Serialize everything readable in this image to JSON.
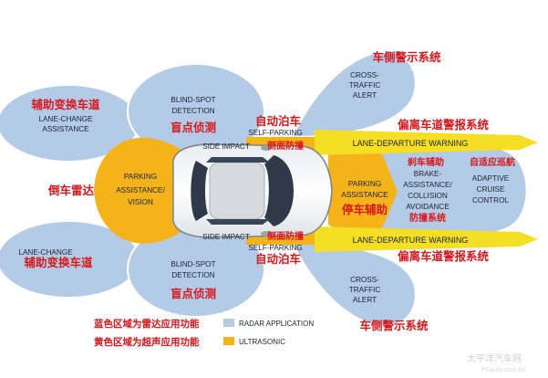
{
  "colors": {
    "radar": "#b3cbe6",
    "radar_stroke": "#ffffff",
    "ultrasonic": "#f5b31a",
    "lane_yellow": "#f4df24",
    "label_red": "#d8161b",
    "label_dark": "#1c2233"
  },
  "zones": {
    "cross_traffic_top": {
      "en": [
        "CROSS-",
        "TRAFFIC",
        "ALERT"
      ],
      "zh": "车侧警示系统"
    },
    "cross_traffic_bottom": {
      "en": [
        "CROSS-",
        "TRAFFIC",
        "ALERT"
      ],
      "zh": "车侧警示系统"
    },
    "lane_change_top": {
      "en": [
        "LANE-CHANGE",
        "ASSISTANCE"
      ],
      "zh": "辅助变换车道"
    },
    "lane_change_bottom": {
      "en": [
        "LANE-CHANGE"
      ],
      "zh": "辅助变换车道"
    },
    "blind_spot_top": {
      "en": [
        "BLIND-SPOT",
        "DETECTION"
      ],
      "zh": "盲点侦测"
    },
    "blind_spot_bottom": {
      "en": [
        "BLIND-SPOT",
        "DETECTION"
      ],
      "zh": "盲点侦测"
    },
    "parking_rear": {
      "en": [
        "PARKING",
        "ASSISTANCE/",
        "VISION"
      ],
      "zh": "倒车雷达"
    },
    "parking_front": {
      "en": [
        "PARKING",
        "ASSISTANCE"
      ],
      "zh": "停车辅助"
    },
    "self_parking_top": {
      "en": "SELF-PARKING",
      "zh": "自动泊车"
    },
    "self_parking_bottom": {
      "en": "SELF-PARKING",
      "zh": "自动泊车"
    },
    "side_impact_top": {
      "en": "SIDE IMPACT",
      "zh": "侧面防撞"
    },
    "side_impact_bottom": {
      "en": "SIDE IMPACT",
      "zh": "侧面防撞"
    },
    "lane_departure_top": {
      "en": "LANE-DEPARTURE WARNING",
      "zh": "偏离车道警报系统"
    },
    "lane_departure_bottom": {
      "en": "LANE-DEPARTURE WARNING",
      "zh": "偏离车道警报系统"
    },
    "brake_assist": {
      "zh_top": "刹车辅助",
      "en": [
        "BRAKE-",
        "ASSISTANCE/",
        "COLLISION",
        "AVOIDANCE"
      ],
      "zh_bottom": "防撞系统"
    },
    "adaptive_cruise": {
      "zh": "自适应巡航",
      "en": [
        "ADAPTIVE",
        "CRUISE",
        "CONTROL"
      ]
    }
  },
  "legend": {
    "radar": {
      "zh": "蓝色区域为雷达应用功能",
      "en": "RADAR APPLICATION"
    },
    "ultrasonic": {
      "zh": "黄色区域为超声应用功能",
      "en": "ULTRASONIC"
    }
  },
  "watermark": {
    "line1": "太平洋汽车网",
    "line2": "PCauto.com.cn"
  }
}
